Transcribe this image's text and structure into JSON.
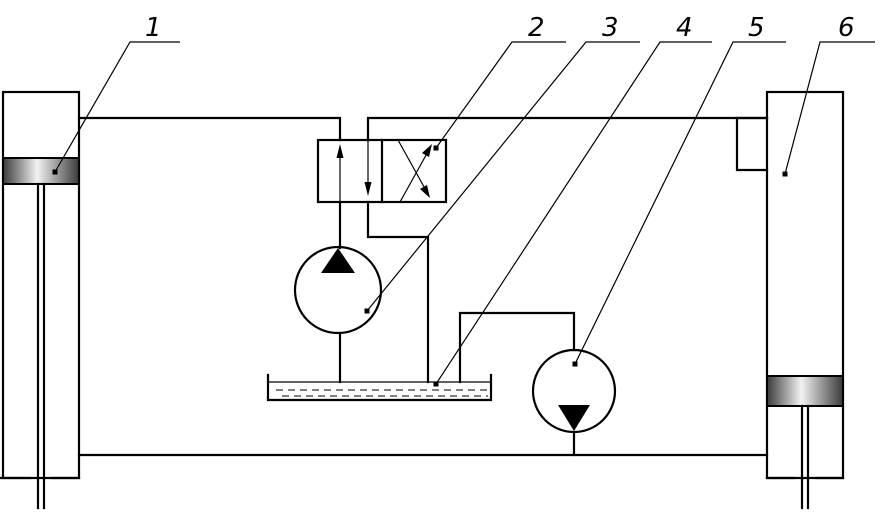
{
  "diagram": {
    "labels": [
      "1",
      "2",
      "3",
      "4",
      "5",
      "6"
    ],
    "colors": {
      "line": "#000000",
      "piston": "#404040",
      "background": "#ffffff"
    }
  }
}
